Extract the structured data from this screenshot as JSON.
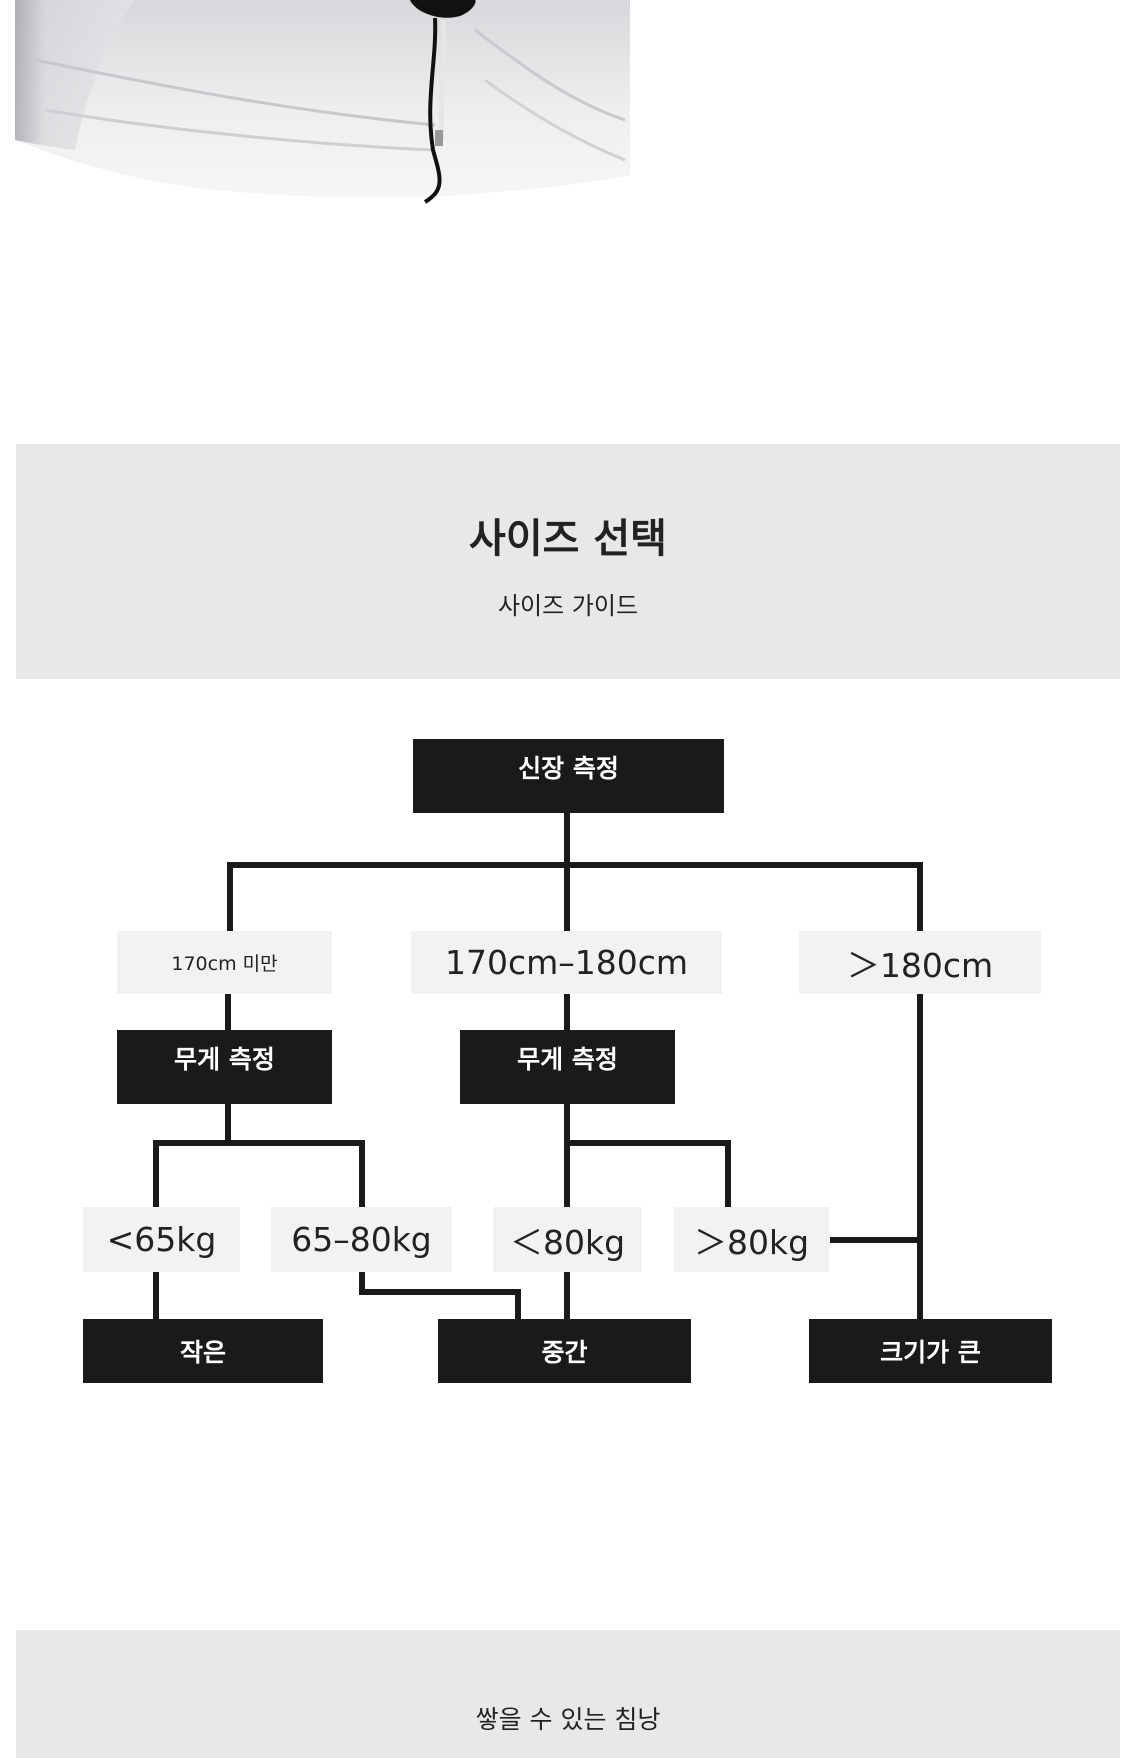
{
  "colors": {
    "dark_box": "#1b1919",
    "light_box": "#f2f2f2",
    "band": "#e8e8e8",
    "connector": "#1b1919"
  },
  "header": {
    "title": "사이즈 선택",
    "subtitle": "사이즈 가이드"
  },
  "flowchart": {
    "root": "신장 측정",
    "height_under_170": "170cm 미만",
    "height_170_180": "170cm–180cm",
    "height_over_180": "＞180cm",
    "weigh_left": "무게 측정",
    "weigh_middle": "무게 측정",
    "w_under_65": "<65kg",
    "w_65_80": "65–80kg",
    "w_under_80": "＜80kg",
    "w_over_80": "＞80kg",
    "result_small": "작은",
    "result_medium": "중간",
    "result_large": "크기가 큰"
  },
  "footer": {
    "text": "쌓을 수 있는 침낭"
  }
}
